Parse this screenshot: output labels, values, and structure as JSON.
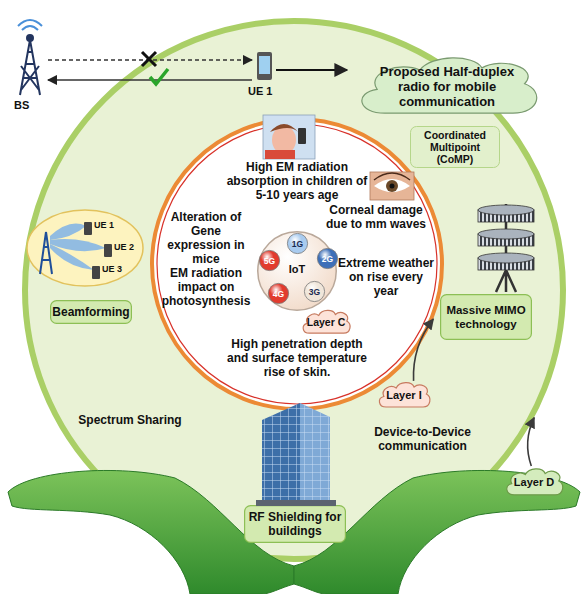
{
  "diagram": {
    "nodes": [
      {
        "text": [
          "Spectrum Sharing",
          "Device-to-Device communication"
        ]
      },
      {
        "text": [
          "High EM radiation absorption in children of 5-10 years age",
          "Alteration of Gene expression in mice",
          "Corneal damage due to mm waves",
          "Extreme weather on rise every year",
          "EM radiation impact on photosynthesis",
          "High penetration depth and surface temperature rise of skin."
        ],
        "in": 0
      },
      {
        "text": [
          "IoT"
        ],
        "in": 1
      },
      {
        "text": [
          "1G"
        ],
        "in": 2
      },
      {
        "text": [
          "2G"
        ],
        "in": 2
      },
      {
        "text": [
          "3G"
        ],
        "in": 2
      },
      {
        "text": [
          "4G"
        ],
        "in": 2
      },
      {
        "text": [
          "5G"
        ],
        "in": 2
      },
      {
        "text": [
          "Layer C"
        ],
        "in": 1
      },
      {
        "text": [
          "Layer I"
        ],
        "in": 0
      },
      {
        "text": [
          "Layer D"
        ]
      },
      {
        "text": [
          "Beamforming"
        ],
        "in": 0
      },
      {
        "text": [
          "Massive MIMO technology"
        ],
        "in": 0
      },
      {
        "text": [
          "Coordinated Multipoint (CoMP)"
        ],
        "in": 0
      },
      {
        "text": [
          "RF Shielding for buildings"
        ],
        "in": 0
      },
      {
        "text": [
          "Proposed Half-duplex radio for mobile communication"
        ]
      }
    ],
    "edges": [
      {
        "from": 10,
        "to": 0,
        "arrow": "to"
      },
      {
        "from": 9,
        "to": 1,
        "arrow": "to"
      }
    ],
    "labels": [
      "BS",
      "UE 1",
      "UE 1",
      "UE 2",
      "UE 3"
    ]
  }
}
